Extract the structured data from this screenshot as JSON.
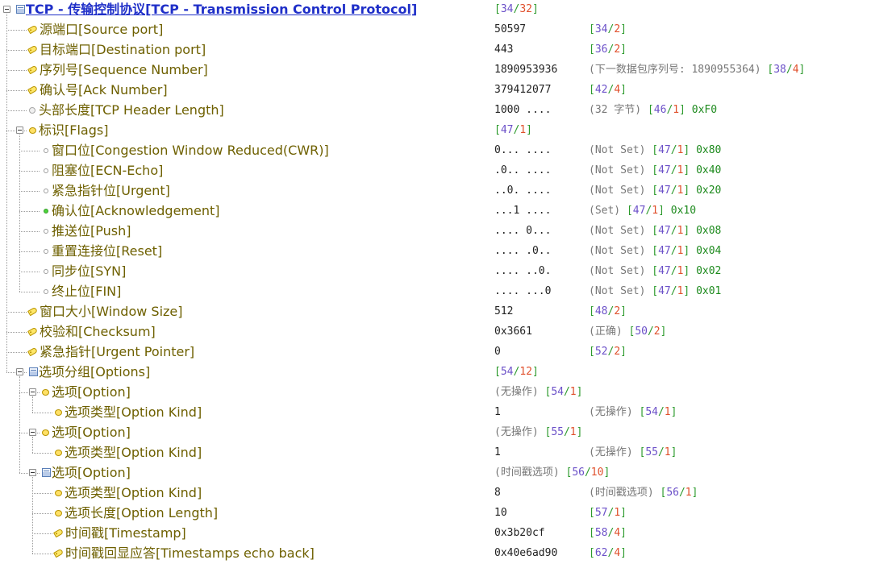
{
  "rows": [
    {
      "name": "tcp-protocol-node",
      "label": "TCP - 传输控制协议[TCP - Transmission Control Protocol]",
      "level": 0,
      "icon": "folder-icon",
      "expander": true,
      "root": true,
      "value": "",
      "note": "",
      "offset": "34",
      "length": "32",
      "hex": ""
    },
    {
      "name": "source-port-field",
      "label": "源端口[Source port]",
      "level": 1,
      "icon": "tag-icon",
      "value": "50597",
      "note": "",
      "offset": "34",
      "length": "2",
      "hex": ""
    },
    {
      "name": "destination-port-field",
      "label": "目标端口[Destination port]",
      "level": 1,
      "icon": "tag-icon",
      "value": "443",
      "note": "",
      "offset": "36",
      "length": "2",
      "hex": ""
    },
    {
      "name": "sequence-number-field",
      "label": "序列号[Sequence Number]",
      "level": 1,
      "icon": "tag-icon",
      "value": "1890953936",
      "note": "(下一数据包序列号: 1890955364)",
      "offset": "38",
      "length": "4",
      "hex": ""
    },
    {
      "name": "ack-number-field",
      "label": "确认号[Ack Number]",
      "level": 1,
      "icon": "tag-icon",
      "value": "379412077",
      "note": "",
      "offset": "42",
      "length": "4",
      "hex": ""
    },
    {
      "name": "tcp-header-length-field",
      "label": "头部长度[TCP Header Length]",
      "level": 1,
      "icon": "circle-icon",
      "value": "1000 ....",
      "note": "(32 字节)",
      "offset": "46",
      "length": "1",
      "hex": "0xF0"
    },
    {
      "name": "flags-node",
      "label": "标识[Flags]",
      "level": 1,
      "icon": "bullet-icon",
      "expander": true,
      "value": "",
      "note": "",
      "offset": "47",
      "length": "1",
      "hex": ""
    },
    {
      "name": "flag-cwr",
      "label": "窗口位[Congestion Window Reduced(CWR)]",
      "level": 2,
      "icon": "dot-icon",
      "value": "0... ....",
      "note": "(Not Set)",
      "offset": "47",
      "length": "1",
      "hex": "0x80"
    },
    {
      "name": "flag-ece",
      "label": "阻塞位[ECN-Echo]",
      "level": 2,
      "icon": "dot-icon",
      "value": ".0.. ....",
      "note": "(Not Set)",
      "offset": "47",
      "length": "1",
      "hex": "0x40"
    },
    {
      "name": "flag-urgent",
      "label": "紧急指针位[Urgent]",
      "level": 2,
      "icon": "dot-icon",
      "value": "..0. ....",
      "note": "(Not Set)",
      "offset": "47",
      "length": "1",
      "hex": "0x20"
    },
    {
      "name": "flag-ack",
      "label": "确认位[Acknowledgement]",
      "level": 2,
      "icon": "dot-on-icon",
      "value": "...1 ....",
      "note": "(Set)",
      "offset": "47",
      "length": "1",
      "hex": "0x10"
    },
    {
      "name": "flag-push",
      "label": "推送位[Push]",
      "level": 2,
      "icon": "dot-icon",
      "value": ".... 0...",
      "note": "(Not Set)",
      "offset": "47",
      "length": "1",
      "hex": "0x08"
    },
    {
      "name": "flag-reset",
      "label": "重置连接位[Reset]",
      "level": 2,
      "icon": "dot-icon",
      "value": ".... .0..",
      "note": "(Not Set)",
      "offset": "47",
      "length": "1",
      "hex": "0x04"
    },
    {
      "name": "flag-syn",
      "label": "同步位[SYN]",
      "level": 2,
      "icon": "dot-icon",
      "value": ".... ..0.",
      "note": "(Not Set)",
      "offset": "47",
      "length": "1",
      "hex": "0x02"
    },
    {
      "name": "flag-fin",
      "label": "终止位[FIN]",
      "level": 2,
      "icon": "dot-icon",
      "value": ".... ...0",
      "note": "(Not Set)",
      "offset": "47",
      "length": "1",
      "hex": "0x01"
    },
    {
      "name": "window-size-field",
      "label": "窗口大小[Window Size]",
      "level": 1,
      "icon": "tag-icon",
      "value": "512",
      "note": "",
      "offset": "48",
      "length": "2",
      "hex": ""
    },
    {
      "name": "checksum-field",
      "label": "校验和[Checksum]",
      "level": 1,
      "icon": "tag-icon",
      "value": "0x3661",
      "note": "(正确)",
      "offset": "50",
      "length": "2",
      "hex": ""
    },
    {
      "name": "urgent-pointer-field",
      "label": "紧急指针[Urgent Pointer]",
      "level": 1,
      "icon": "tag-icon",
      "value": "0",
      "note": "",
      "offset": "52",
      "length": "2",
      "hex": ""
    },
    {
      "name": "options-node",
      "label": "选项分组[Options]",
      "level": 1,
      "icon": "folder-icon",
      "expander": true,
      "value": "",
      "note": "",
      "offset": "54",
      "length": "12",
      "hex": ""
    },
    {
      "name": "option-nop-1",
      "label": "选项[Option]",
      "level": 2,
      "icon": "bullet-icon",
      "expander": true,
      "value": "",
      "note": "(无操作)",
      "offset": "54",
      "length": "1",
      "hex": ""
    },
    {
      "name": "option-kind-1",
      "label": "选项类型[Option Kind]",
      "level": 3,
      "icon": "bullet-icon",
      "value": "1",
      "note": "(无操作)",
      "offset": "54",
      "length": "1",
      "hex": ""
    },
    {
      "name": "option-nop-2",
      "label": "选项[Option]",
      "level": 2,
      "icon": "bullet-icon",
      "expander": true,
      "value": "",
      "note": "(无操作)",
      "offset": "55",
      "length": "1",
      "hex": ""
    },
    {
      "name": "option-kind-2",
      "label": "选项类型[Option Kind]",
      "level": 3,
      "icon": "bullet-icon",
      "value": "1",
      "note": "(无操作)",
      "offset": "55",
      "length": "1",
      "hex": ""
    },
    {
      "name": "option-timestamp",
      "label": "选项[Option]",
      "level": 2,
      "icon": "folder-icon",
      "expander": true,
      "value": "",
      "note": "(时间戳选项)",
      "offset": "56",
      "length": "10",
      "hex": ""
    },
    {
      "name": "option-kind-3",
      "label": "选项类型[Option Kind]",
      "level": 3,
      "icon": "bullet-icon",
      "value": "8",
      "note": "(时间戳选项)",
      "offset": "56",
      "length": "1",
      "hex": ""
    },
    {
      "name": "option-length-field",
      "label": "选项长度[Option Length]",
      "level": 3,
      "icon": "bullet-icon",
      "value": "10",
      "note": "",
      "offset": "57",
      "length": "1",
      "hex": ""
    },
    {
      "name": "timestamp-field",
      "label": "时间戳[Timestamp]",
      "level": 3,
      "icon": "tag-icon",
      "value": "0x3b20cf",
      "note": "",
      "offset": "58",
      "length": "4",
      "hex": ""
    },
    {
      "name": "timestamp-echo-field",
      "label": "时间戳回显应答[Timestamps echo back]",
      "level": 3,
      "icon": "tag-icon",
      "value": "0x40e6ad90",
      "note": "",
      "offset": "62",
      "length": "4",
      "hex": ""
    }
  ]
}
